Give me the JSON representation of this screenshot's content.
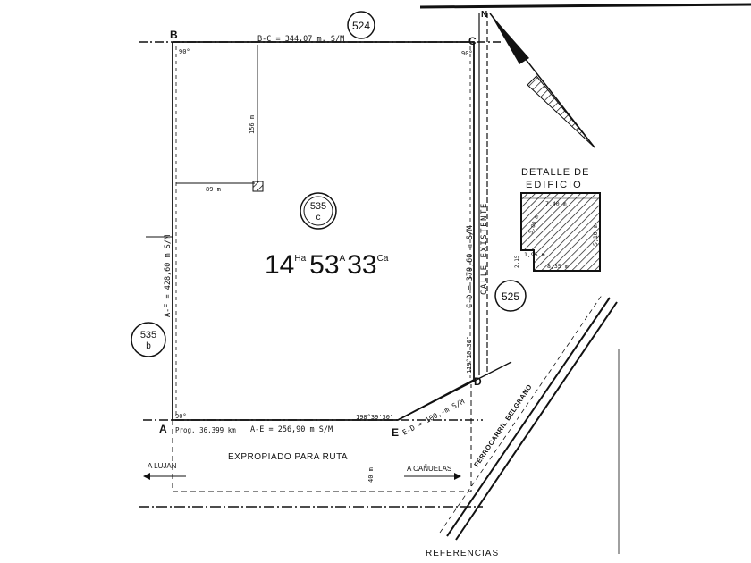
{
  "plot": {
    "corners": {
      "a": "A",
      "b": "B",
      "c": "C",
      "d": "D",
      "e": "E",
      "n": "N"
    },
    "parcel_ids": {
      "main": "535",
      "main_sub": "c",
      "north": "524",
      "west": "535",
      "west_sub": "b",
      "east": "525"
    },
    "area": {
      "ha": "14",
      "ha_unit": "Ha",
      "a": "53",
      "a_unit": "A",
      "ca": "33",
      "ca_unit": "Ca"
    },
    "measures": {
      "bc": "B-C = 344,07 m. S/M",
      "af": "A-F = 428,60 m S/M",
      "cd": "C-D = 379,60 m S/M",
      "ae": "A-E = 256,90 m S/M",
      "ed": "E-D = 100,-m S/M",
      "dist_156": "156 m",
      "dist_89": "89 m"
    },
    "angles": {
      "b": "90°",
      "c": "90°",
      "a": "90°",
      "e": "198°39'30\"",
      "d": "119°20'30\""
    },
    "street": "CALLE EXISTENTE",
    "prog": "Prog. 36,399 km",
    "road_strip": "EXPROPIADO PARA RUTA",
    "to_lujan": "A LUJAN",
    "to_canuelas": "A CAÑUELAS",
    "width_40": "40 m",
    "railway": "FERROCARRIL BELGRANO"
  },
  "building": {
    "title_line1": "DETALLE DE",
    "title_line2": "EDIFICIO",
    "dim_top": "7,40 m",
    "dim_bottom": "8,35 m",
    "dim_right": "5,10 m",
    "dim_inner": "5,00 m",
    "dim_left": "2,15",
    "dim_step": "1,95 m"
  },
  "footer": {
    "references": "REFERENCIAS"
  }
}
